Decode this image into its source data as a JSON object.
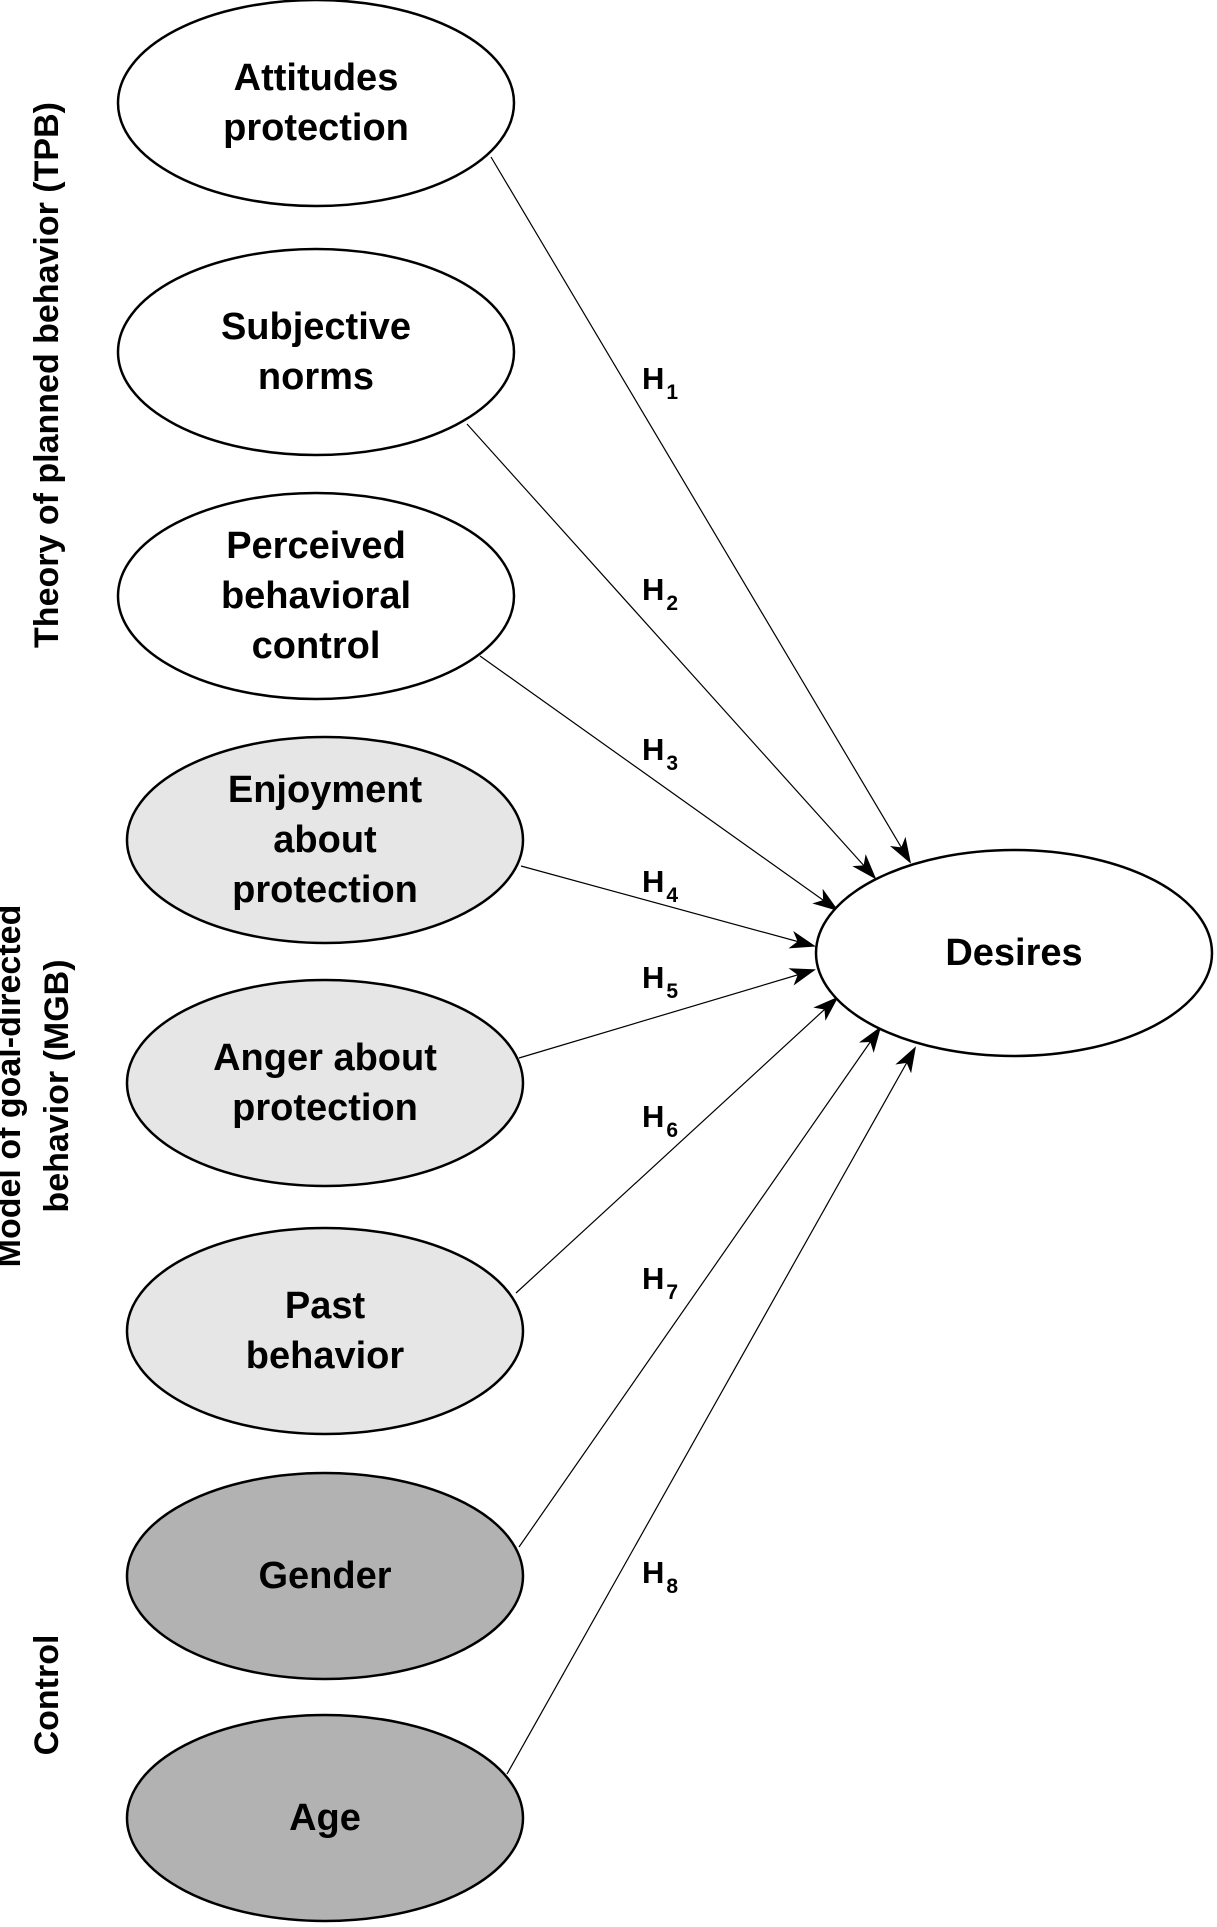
{
  "colors": {
    "tpb_fill": "#ffffff",
    "mgb_fill": "#e6e6e6",
    "control_fill": "#b2b2b2",
    "target_fill": "#ffffff",
    "stroke": "#000000"
  },
  "groups": [
    {
      "id": "tpb",
      "label": "Theory of planned behavior (TPB)",
      "lines": [
        "Theory of planned behavior (TPB)"
      ]
    },
    {
      "id": "mgb",
      "label": "Model of goal-directed behavior (MGB)",
      "lines": [
        "Model of goal-directed",
        "behavior (MGB)"
      ]
    },
    {
      "id": "control",
      "label": "Control",
      "lines": [
        "Control"
      ]
    }
  ],
  "nodes": [
    {
      "id": "attitudes",
      "group": "tpb",
      "lines": [
        "Attitudes",
        "protection"
      ]
    },
    {
      "id": "subjective-norms",
      "group": "tpb",
      "lines": [
        "Subjective",
        "norms"
      ]
    },
    {
      "id": "perceived-control",
      "group": "tpb",
      "lines": [
        "Perceived",
        "behavioral",
        "control"
      ]
    },
    {
      "id": "enjoyment",
      "group": "mgb",
      "lines": [
        "Enjoyment",
        "about",
        "protection"
      ]
    },
    {
      "id": "anger",
      "group": "mgb",
      "lines": [
        "Anger about",
        "protection"
      ]
    },
    {
      "id": "past-behavior",
      "group": "mgb",
      "lines": [
        "Past",
        "behavior"
      ]
    },
    {
      "id": "gender",
      "group": "control",
      "lines": [
        "Gender"
      ]
    },
    {
      "id": "age",
      "group": "control",
      "lines": [
        "Age"
      ]
    }
  ],
  "target": {
    "id": "desires",
    "lines": [
      "Desires"
    ]
  },
  "edges": [
    {
      "from": "attitudes",
      "to": "desires",
      "label": "H",
      "sub": "1"
    },
    {
      "from": "subjective-norms",
      "to": "desires",
      "label": "H",
      "sub": "2"
    },
    {
      "from": "perceived-control",
      "to": "desires",
      "label": "H",
      "sub": "3"
    },
    {
      "from": "enjoyment",
      "to": "desires",
      "label": "H",
      "sub": "4"
    },
    {
      "from": "anger",
      "to": "desires",
      "label": "H",
      "sub": "5"
    },
    {
      "from": "past-behavior",
      "to": "desires",
      "label": "H",
      "sub": "6"
    },
    {
      "from": "gender",
      "to": "desires",
      "label": "H",
      "sub": "7"
    },
    {
      "from": "age",
      "to": "desires",
      "label": "H",
      "sub": "8"
    }
  ]
}
